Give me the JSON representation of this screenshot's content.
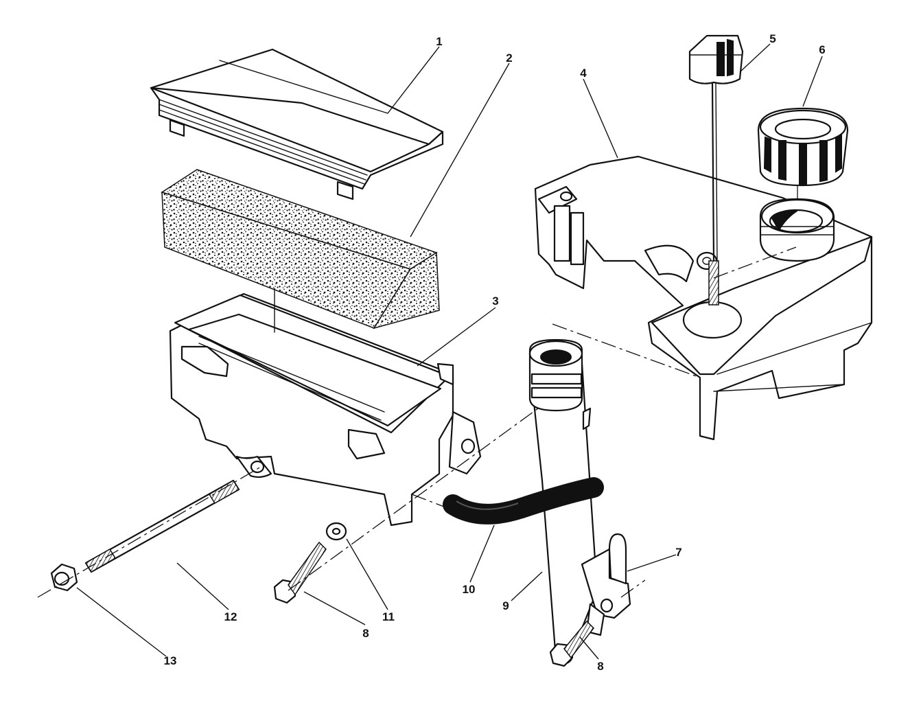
{
  "callouts": [
    {
      "id": "1",
      "label": "1"
    },
    {
      "id": "2",
      "label": "2"
    },
    {
      "id": "3",
      "label": "3"
    },
    {
      "id": "4",
      "label": "4"
    },
    {
      "id": "5",
      "label": "5"
    },
    {
      "id": "6",
      "label": "6"
    },
    {
      "id": "7",
      "label": "7"
    },
    {
      "id": "8a",
      "label": "8"
    },
    {
      "id": "8b",
      "label": "8"
    },
    {
      "id": "9",
      "label": "9"
    },
    {
      "id": "10",
      "label": "10"
    },
    {
      "id": "11",
      "label": "11"
    },
    {
      "id": "12",
      "label": "12"
    },
    {
      "id": "13",
      "label": "13"
    }
  ],
  "colors": {
    "ink": "#111111",
    "paper": "#ffffff"
  }
}
